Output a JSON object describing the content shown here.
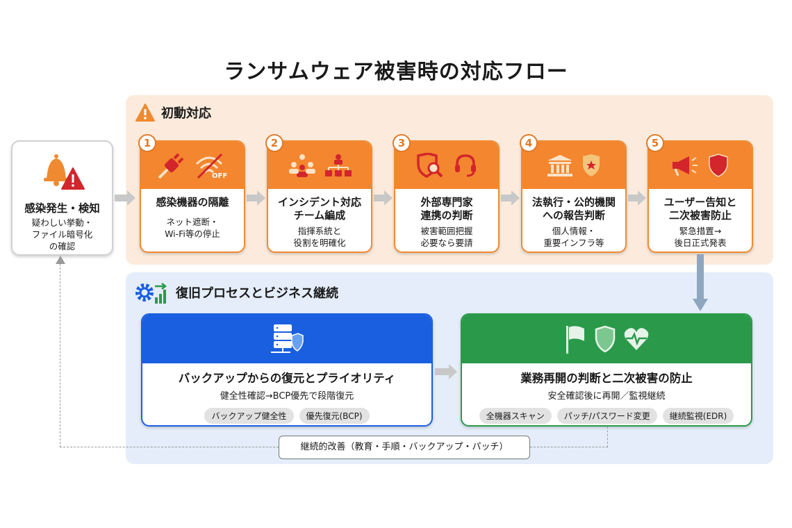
{
  "title": "ランサムウェア被害時の対応フロー",
  "initial": {
    "heading": "初動対応",
    "icon": "warning-triangle-icon",
    "detect": {
      "title": "感染発生・検知",
      "lines": [
        "疑わしい挙動・",
        "ファイル暗号化",
        "の確認"
      ]
    },
    "steps": [
      {
        "num": "1",
        "title": [
          "感染機器の隔離"
        ],
        "sub": [
          "ネット遮断・",
          "Wi-Fi等の停止"
        ],
        "icons": [
          "plug-icon",
          "wifi-off-icon"
        ],
        "off": "OFF"
      },
      {
        "num": "2",
        "title": [
          "インシデント対応",
          "チーム編成"
        ],
        "sub": [
          "指揮系統と",
          "役割を明確化"
        ],
        "icons": [
          "team-icon",
          "org-chart-icon"
        ]
      },
      {
        "num": "3",
        "title": [
          "外部専門家",
          "連携の判断"
        ],
        "sub": [
          "被害範囲把握",
          "必要なら要請"
        ],
        "icons": [
          "shield-search-icon",
          "headset-icon"
        ]
      },
      {
        "num": "4",
        "title": [
          "法執行・公的機関",
          "への報告判断"
        ],
        "sub": [
          "個人情報・",
          "重要インフラ等"
        ],
        "icons": [
          "government-building-icon",
          "police-badge-icon"
        ]
      },
      {
        "num": "5",
        "title": [
          "ユーザー告知と",
          "二次被害防止"
        ],
        "sub": [
          "緊急措置→",
          "後日正式発表"
        ],
        "icons": [
          "megaphone-icon",
          "shield-icon"
        ]
      }
    ]
  },
  "recovery": {
    "heading": "復旧プロセスとビジネス継続",
    "backup": {
      "title": "バックアップからの復元とプライオリティ",
      "sub": "健全性確認→BCP優先で段階復元",
      "chips": [
        "バックアップ健全性",
        "優先復元(BCP)"
      ]
    },
    "resume": {
      "title": "業務再開の判断と二次被害の防止",
      "sub": "安全確認後に再開／監視継続",
      "chips": [
        "全機器スキャン",
        "パッチ/パスワード変更",
        "継続監視(EDR)"
      ]
    },
    "improvement": "継続的改善（教育・手順・バックアップ・パッチ）"
  },
  "colors": {
    "orange": "#f3862e",
    "blue": "#1a5fe0",
    "green": "#2a9a4a",
    "red": "#d2252c"
  }
}
